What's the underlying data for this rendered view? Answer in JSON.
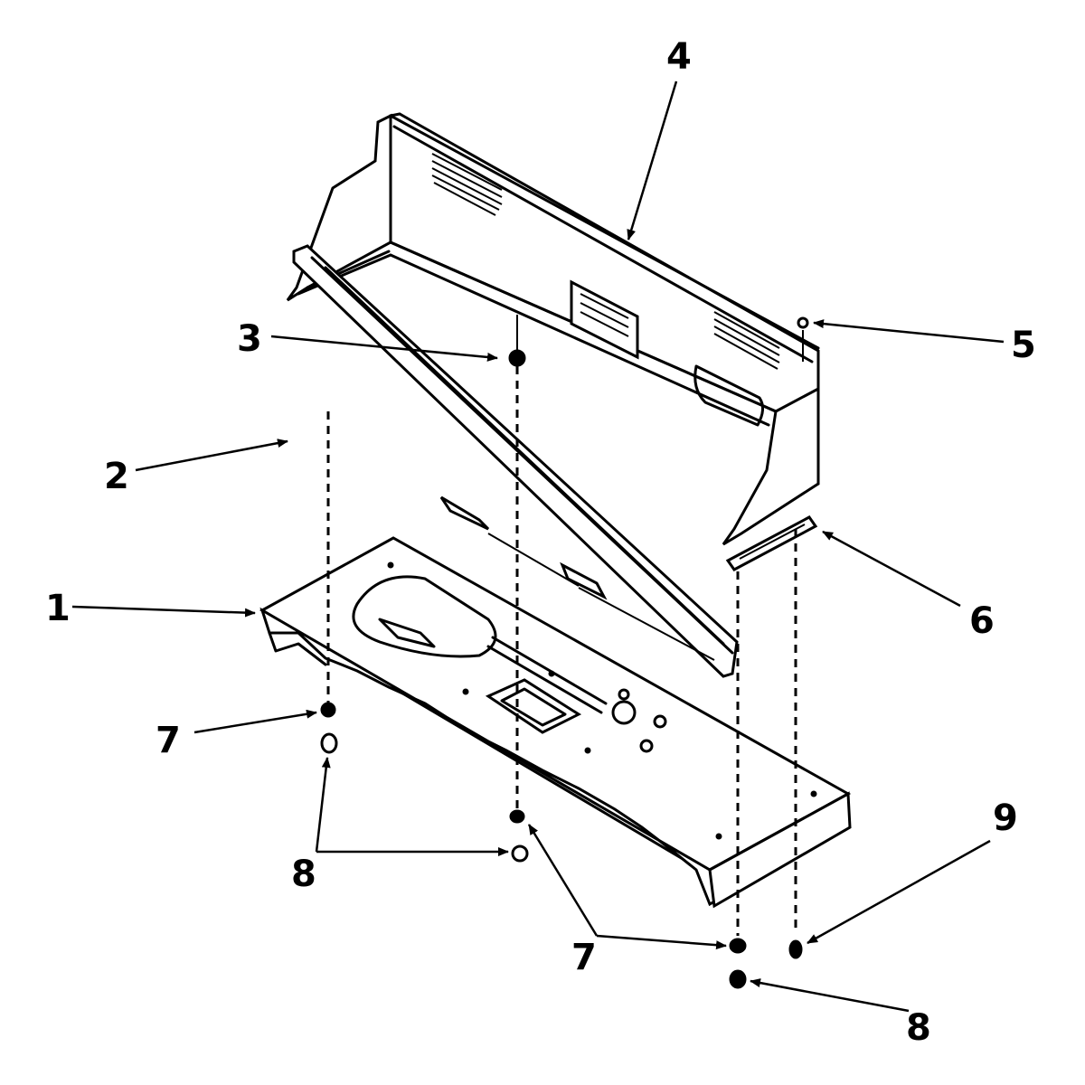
{
  "callouts": {
    "c1": "1",
    "c2": "2",
    "c3": "3",
    "c4": "4",
    "c5": "5",
    "c6": "6",
    "c7a": "7",
    "c7b": "7",
    "c8a": "8",
    "c8b": "8",
    "c9": "9"
  }
}
